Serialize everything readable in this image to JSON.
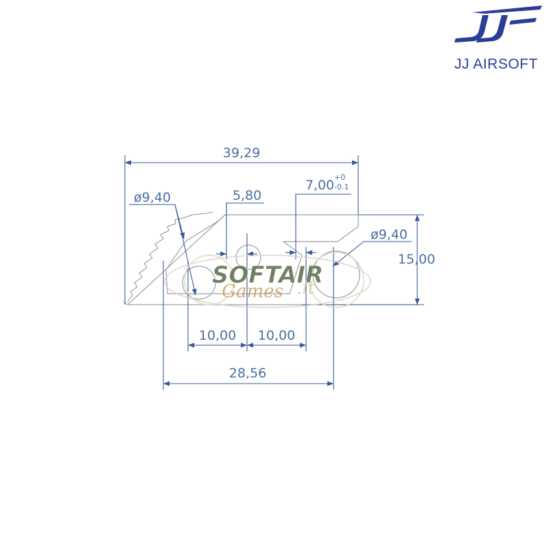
{
  "brand": {
    "logo_icon": "jj-monogram-logo",
    "name": "JJ AIRSOFT",
    "color": "#2c3e94"
  },
  "drawing": {
    "line_color": "#3a5a95",
    "outline_color": "#9aa0a6",
    "dimensions": {
      "overall_width": "39,29",
      "hole_left_diameter": "ø9,40",
      "hole_right_diameter": "ø9,40",
      "slot_width": "5,80",
      "tab_width": "7,00",
      "tab_tol_upper": "+0",
      "tab_tol_lower": "-0.1",
      "height": "15,00",
      "pitch_left": "10,00",
      "pitch_right": "10,00",
      "hole_span": "28,56"
    }
  },
  "watermark": {
    "main": "SOFTAIR",
    "sub": "Games",
    "suffix": ".it",
    "main_color": "#5a6a4a",
    "sub_color": "#c8a060"
  }
}
